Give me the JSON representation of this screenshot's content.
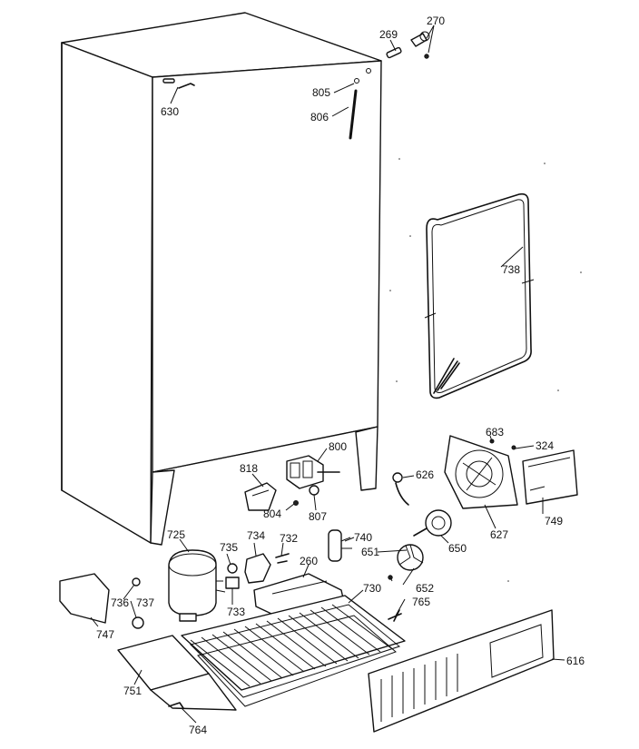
{
  "diagram": {
    "callouts": {
      "c269": "269",
      "c270": "270",
      "c630": "630",
      "c805": "805",
      "c806": "806",
      "c738": "738",
      "c683": "683",
      "c324": "324",
      "c800": "800",
      "c818": "818",
      "c804": "804",
      "c807": "807",
      "c626": "626",
      "c627": "627",
      "c749": "749",
      "c650": "650",
      "c725": "725",
      "c735": "735",
      "c734": "734",
      "c732": "732",
      "c740": "740",
      "c651": "651",
      "c260": "260",
      "c736": "736",
      "c737": "737",
      "c733": "733",
      "c730": "730",
      "c652": "652",
      "c765": "765",
      "c747": "747",
      "c751": "751",
      "c616": "616",
      "c764": "764"
    }
  }
}
